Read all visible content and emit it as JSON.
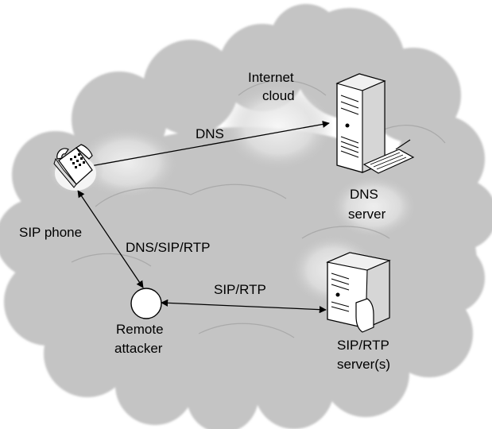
{
  "labels": {
    "cloud_line1": "Internet",
    "cloud_line2": "cloud",
    "dns_link": "DNS",
    "dns_server_line1": "DNS",
    "dns_server_line2": "server",
    "sip_phone": "SIP phone",
    "attacker_link": "DNS/SIP/RTP",
    "sip_rtp_link": "SIP/RTP",
    "attacker_line1": "Remote",
    "attacker_line2": "attacker",
    "sip_server_line1": "SIP/RTP",
    "sip_server_line2": "server(s)"
  },
  "icons": {
    "cloud": "cloud-icon",
    "phone": "telephone-icon",
    "dns_server": "server-tower-icon",
    "sip_server": "server-tower-icon",
    "attacker": "circle-icon"
  },
  "colors": {
    "cloud_fill": "#c4c4c4",
    "cloud_light": "#f2f2f2",
    "line": "#000000"
  }
}
